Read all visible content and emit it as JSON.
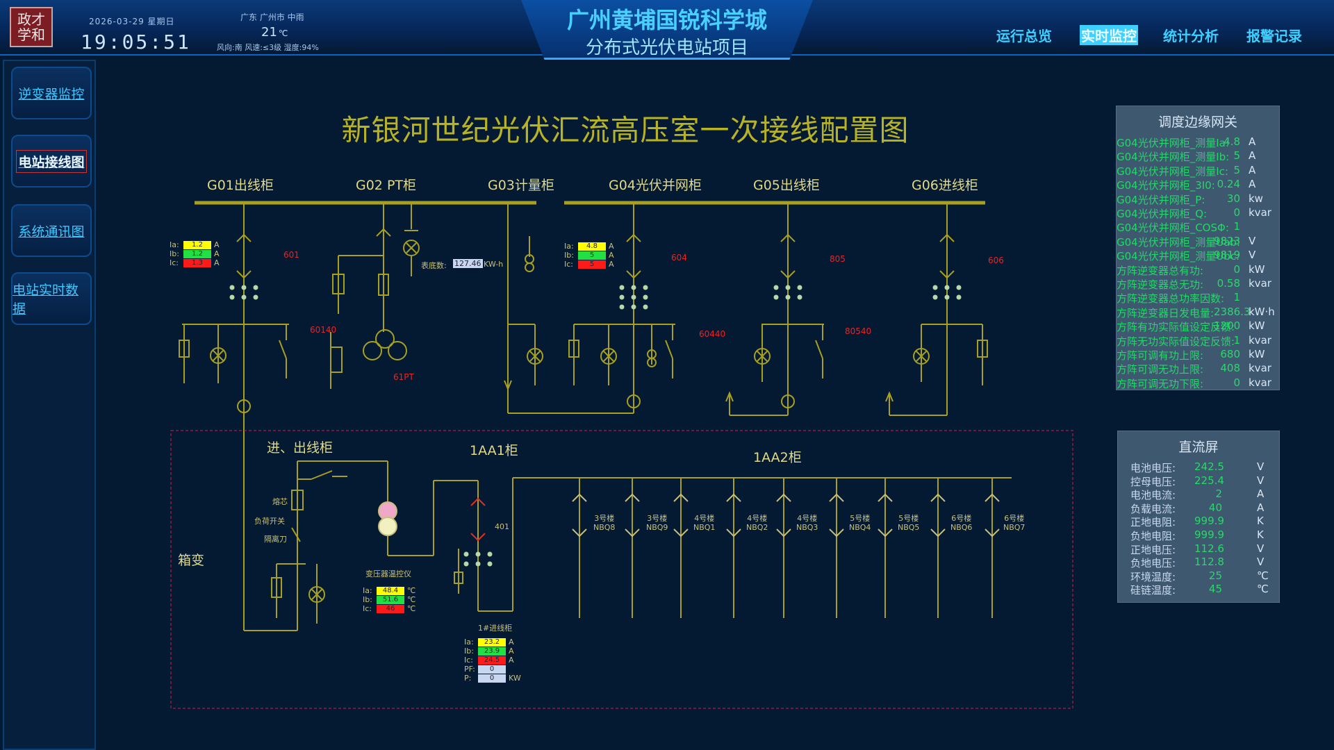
{
  "header": {
    "logo_text": "政才 学和",
    "date": "2026-03-29  星期日",
    "time": "19:05:51",
    "location": "广东 广州市   中雨",
    "temperature": "21",
    "temp_unit": "℃",
    "weather_detail": "风向:南   风速:≤3级   湿度:94%",
    "title_line1": "广州黄埔国锐科学城",
    "title_line2": "分布式光伏电站项目",
    "nav": [
      "运行总览",
      "实时监控",
      "统计分析",
      "报警记录"
    ],
    "active_nav": "实时监控"
  },
  "sidebar": {
    "items": [
      "逆变器监控",
      "电站接线图",
      "系统通讯图",
      "电站实时数据"
    ],
    "active": "电站接线图"
  },
  "diagram": {
    "title": "新银河世纪光伏汇流高压室一次接线配置图",
    "cabinets": [
      "G01出线柜",
      "G02 PT柜",
      "G03计量柜",
      "G04光伏并网柜",
      "G05出线柜",
      "G06进线柜"
    ],
    "g01_meter": {
      "rows": [
        {
          "k": "Ia:",
          "v": "1.2",
          "u": "A"
        },
        {
          "k": "Ib:",
          "v": "1.2",
          "u": "A"
        },
        {
          "k": "Ic:",
          "v": "1.3",
          "u": "A"
        }
      ]
    },
    "g04_meter": {
      "rows": [
        {
          "k": "Ia:",
          "v": "4.8",
          "u": "A"
        },
        {
          "k": "Ib:",
          "v": "5",
          "u": "A"
        },
        {
          "k": "Ic:",
          "v": "5",
          "u": "A"
        }
      ]
    },
    "meter_reading_label": "表底数:",
    "meter_reading": "127.46",
    "meter_reading_unit": "KW-h",
    "codes": {
      "c601": "601",
      "c60140": "60140",
      "c61pt": "61PT",
      "c604": "604",
      "c60440": "60440",
      "c805": "805",
      "c80540": "80540",
      "c606": "606"
    },
    "box_label": "箱变",
    "inout_label": "进、出线柜",
    "aa1_label": "1AA1柜",
    "aa2_label": "1AA2柜",
    "fuse_label": "熔芯",
    "load_switch_label": "负荷开关",
    "isolator_label": "隔离刀",
    "transformer_ctrl_label": "变压器温控仪",
    "transformer_temps": [
      {
        "k": "Ia:",
        "v": "48.4",
        "u": "℃"
      },
      {
        "k": "Ib:",
        "v": "51.6",
        "u": "℃"
      },
      {
        "k": "Ic:",
        "v": "46",
        "u": "℃"
      }
    ],
    "code_401": "401",
    "incoming_label": "1#进线柜",
    "incoming_meter": [
      {
        "k": "Ia:",
        "v": "23.2",
        "u": "A"
      },
      {
        "k": "Ib:",
        "v": "23.9",
        "u": "A"
      },
      {
        "k": "Ic:",
        "v": "24.5",
        "u": "A"
      },
      {
        "k": "PF:",
        "v": "0",
        "u": ""
      },
      {
        "k": "P:",
        "v": "0",
        "u": "KW"
      }
    ],
    "feeders": [
      {
        "b": "3号楼",
        "n": "NBQ8"
      },
      {
        "b": "3号楼",
        "n": "NBQ9"
      },
      {
        "b": "4号楼",
        "n": "NBQ1"
      },
      {
        "b": "4号楼",
        "n": "NBQ2"
      },
      {
        "b": "4号楼",
        "n": "NBQ3"
      },
      {
        "b": "5号楼",
        "n": "NBQ4"
      },
      {
        "b": "5号楼",
        "n": "NBQ5"
      },
      {
        "b": "6号楼",
        "n": "NBQ6"
      },
      {
        "b": "6号楼",
        "n": "NBQ7"
      }
    ]
  },
  "gateway_panel": {
    "title": "调度边缘网关",
    "rows": [
      {
        "k": "G04光伏并网柜_测量Ia:",
        "v": "4.8",
        "u": "A"
      },
      {
        "k": "G04光伏并网柜_测量Ib:",
        "v": "5",
        "u": "A"
      },
      {
        "k": "G04光伏并网柜_测量Ic:",
        "v": "5",
        "u": "A"
      },
      {
        "k": "G04光伏并网柜_3I0:",
        "v": "0.24",
        "u": "A"
      },
      {
        "k": "G04光伏并网柜_P:",
        "v": "30",
        "u": "kw"
      },
      {
        "k": "G04光伏并网柜_Q:",
        "v": "0",
        "u": "kvar"
      },
      {
        "k": "G04光伏并网柜_COSΦ:",
        "v": "1",
        "u": ""
      },
      {
        "k": "G04光伏并网柜_测量Uab:",
        "v": "9823",
        "u": "V"
      },
      {
        "k": "G04光伏并网柜_测量Ubc:",
        "v": "9819",
        "u": "V"
      },
      {
        "k": "方阵逆变器总有功:",
        "v": "0",
        "u": "kW"
      },
      {
        "k": "方阵逆变器总无功:",
        "v": "0.58",
        "u": "kvar"
      },
      {
        "k": "方阵逆变器总功率因数:",
        "v": "1",
        "u": ""
      },
      {
        "k": "方阵逆变器日发电量:",
        "v": "2386.3",
        "u": "kW·h"
      },
      {
        "k": "方阵有功实际值设定反馈:",
        "v": "1200",
        "u": "kW"
      },
      {
        "k": "方阵无功实际值设定反馈:",
        "v": "1",
        "u": "kvar"
      },
      {
        "k": "方阵可调有功上限:",
        "v": "680",
        "u": "kW"
      },
      {
        "k": "方阵可调无功上限:",
        "v": "408",
        "u": "kvar"
      },
      {
        "k": "方阵可调无功下限:",
        "v": "0",
        "u": "kvar"
      }
    ]
  },
  "dc_panel": {
    "title": "直流屏",
    "rows": [
      {
        "k": "电池电压:",
        "v": "242.5",
        "u": "V"
      },
      {
        "k": "控母电压:",
        "v": "225.4",
        "u": "V"
      },
      {
        "k": "电池电流:",
        "v": "2",
        "u": "A"
      },
      {
        "k": "负载电流:",
        "v": "40",
        "u": "A"
      },
      {
        "k": "正地电阻:",
        "v": "999.9",
        "u": "K"
      },
      {
        "k": "负地电阻:",
        "v": "999.9",
        "u": "K"
      },
      {
        "k": "正地电压:",
        "v": "112.6",
        "u": "V"
      },
      {
        "k": "负地电压:",
        "v": "112.8",
        "u": "V"
      },
      {
        "k": "环境温度:",
        "v": "25",
        "u": "℃"
      },
      {
        "k": "硅链温度:",
        "v": "45",
        "u": "℃"
      }
    ]
  },
  "colors": {
    "wire": "#a8a020",
    "accent": "#3ed0ff",
    "alarm": "#e02020"
  }
}
